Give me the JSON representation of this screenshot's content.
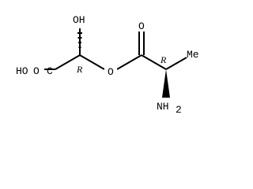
{
  "molecule": {
    "atoms": {
      "hydroxyl": "OH",
      "carboxylic_acid": "HO",
      "carboxylic_acid_carbon": "C",
      "carboxylic_acid_oxygen": "O",
      "ester_oxygen": "O",
      "carbonyl_oxygen": "O",
      "methyl": "Me",
      "amine": "NH",
      "amine_subscript": "2"
    },
    "stereo": {
      "left_center": "R",
      "right_center": "R"
    }
  }
}
